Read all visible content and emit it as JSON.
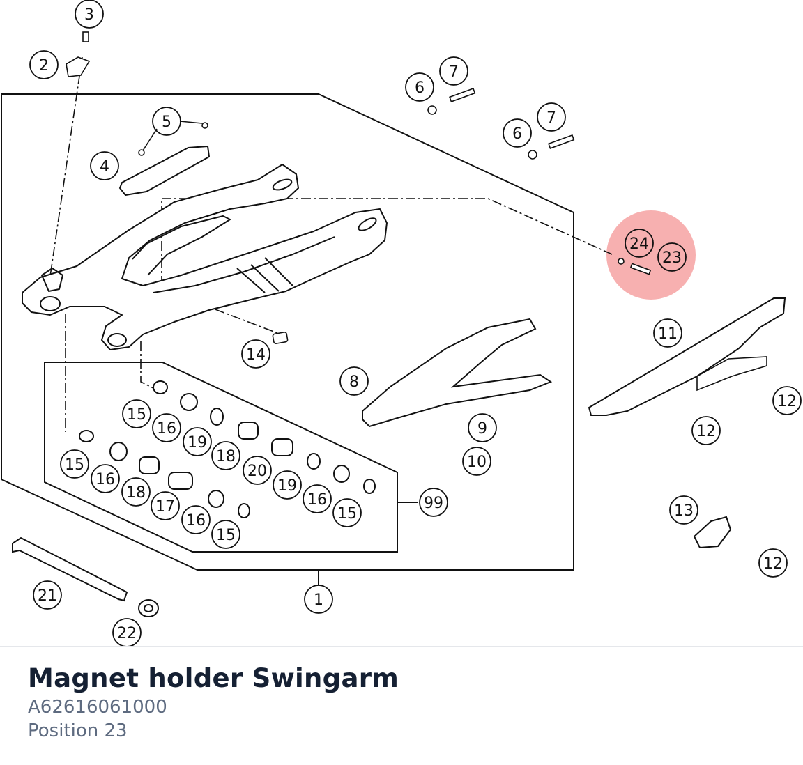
{
  "part": {
    "title": "Magnet holder Swingarm",
    "number": "A62616061000",
    "position": "Position 23"
  },
  "highlight": {
    "color": "#f07070"
  },
  "callouts": [
    {
      "label": "3"
    },
    {
      "label": "2"
    },
    {
      "label": "5"
    },
    {
      "label": "4"
    },
    {
      "label": "7"
    },
    {
      "label": "6"
    },
    {
      "label": "7"
    },
    {
      "label": "6"
    },
    {
      "label": "24"
    },
    {
      "label": "23"
    },
    {
      "label": "11"
    },
    {
      "label": "14"
    },
    {
      "label": "8"
    },
    {
      "label": "12"
    },
    {
      "label": "12"
    },
    {
      "label": "9"
    },
    {
      "label": "10"
    },
    {
      "label": "15"
    },
    {
      "label": "16"
    },
    {
      "label": "19"
    },
    {
      "label": "18"
    },
    {
      "label": "20"
    },
    {
      "label": "19"
    },
    {
      "label": "16"
    },
    {
      "label": "15"
    },
    {
      "label": "15"
    },
    {
      "label": "16"
    },
    {
      "label": "18"
    },
    {
      "label": "17"
    },
    {
      "label": "16"
    },
    {
      "label": "15"
    },
    {
      "label": "99"
    },
    {
      "label": "13"
    },
    {
      "label": "12"
    },
    {
      "label": "21"
    },
    {
      "label": "1"
    },
    {
      "label": "22"
    }
  ]
}
